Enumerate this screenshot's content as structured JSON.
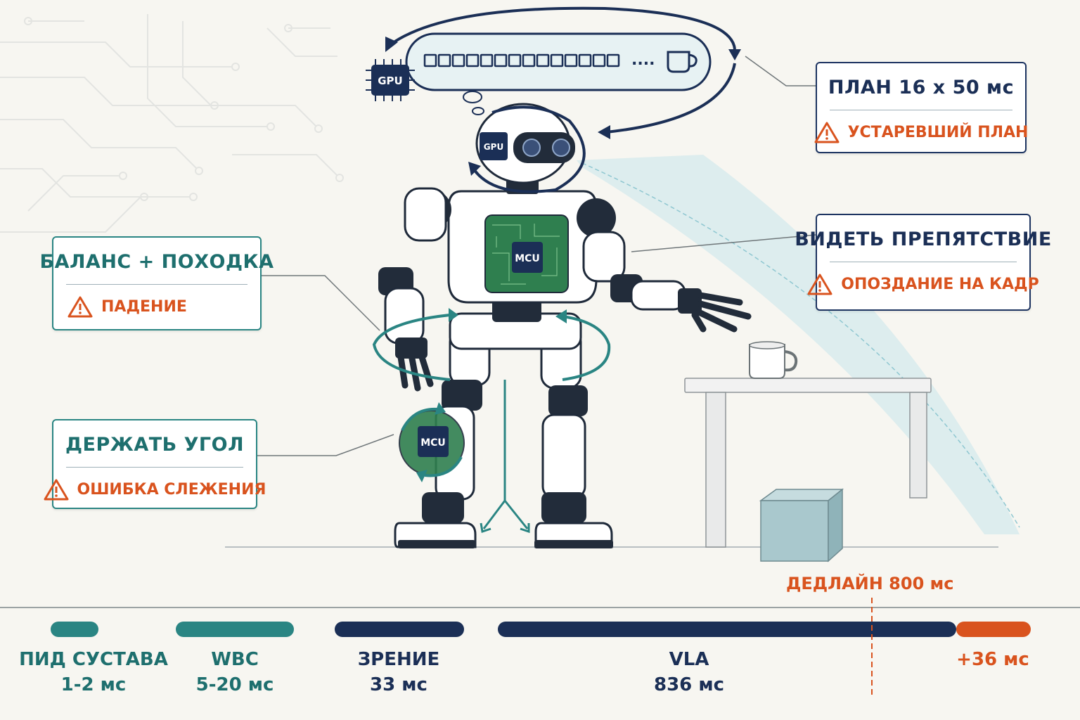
{
  "thought_bubble": {
    "dots": "....",
    "chip_label": "GPU",
    "cup_icon": "cup-icon"
  },
  "head_chip": "GPU",
  "torso_chip": "MCU",
  "knee_chip": "MCU",
  "callouts": {
    "plan": {
      "title": "ПЛАН 16 х 50 мс",
      "warning": "УСТАРЕВШИЙ ПЛАН"
    },
    "vision": {
      "title": "ВИДЕТЬ ПРЕПЯТСТВИЕ",
      "warning": "ОПОЗДАНИЕ НА КАДР"
    },
    "balance": {
      "title": "БАЛАНС + ПОХОДКА",
      "warning": "ПАДЕНИЕ"
    },
    "angle": {
      "title": "ДЕРЖАТЬ УГОЛ",
      "warning": "ОШИБКА СЛЕЖЕНИЯ"
    }
  },
  "timeline": {
    "deadline_label": "ДЕДЛАЙН 800 мс",
    "segments": [
      {
        "name": "ПИД СУСТАВА",
        "value": "1-2 мс",
        "color": "#2a8583"
      },
      {
        "name": "WBC",
        "value": "5-20 мс",
        "color": "#2a8583"
      },
      {
        "name": "ЗРЕНИЕ",
        "value": "33 мс",
        "color": "#1b2f56"
      },
      {
        "name": "VLA",
        "value": "836 мс",
        "color": "#1b2f56"
      },
      {
        "name": "",
        "value": "+36 мс",
        "color": "#d9531e"
      }
    ]
  },
  "colors": {
    "teal": "#2a8583",
    "navy": "#1b2f56",
    "orange": "#d9531e"
  }
}
